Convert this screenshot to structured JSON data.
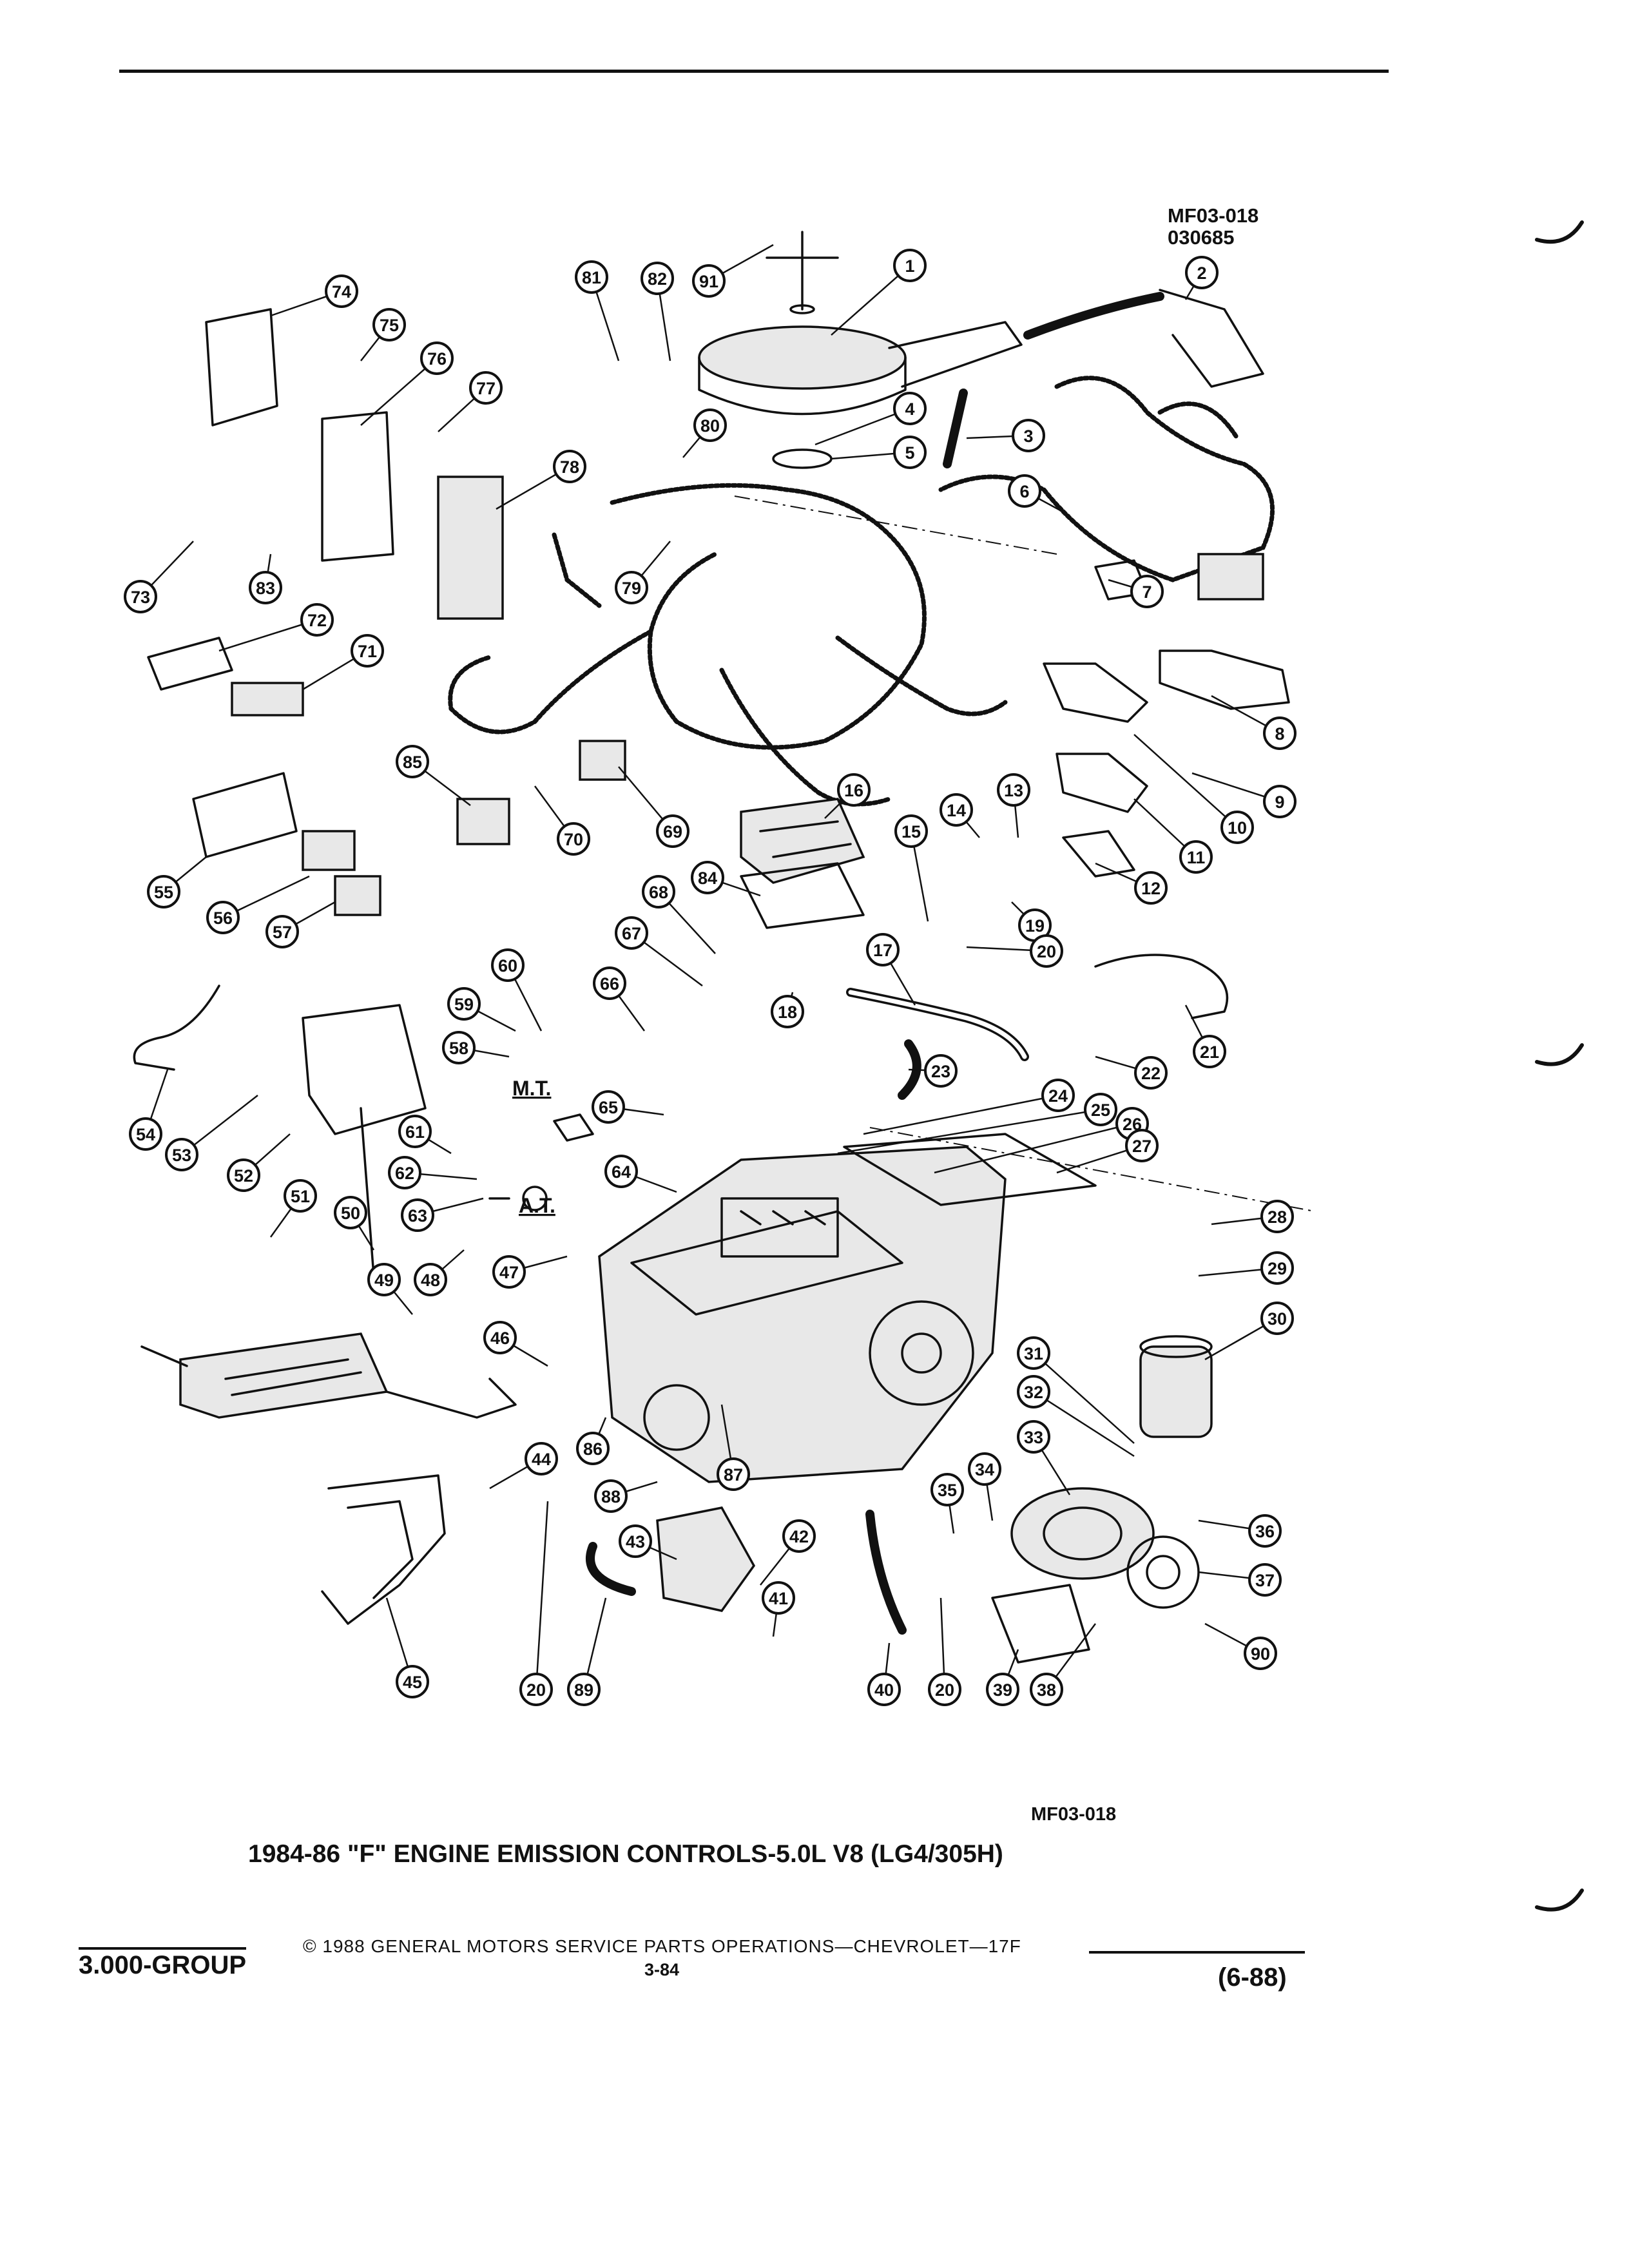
{
  "header": {
    "drawing_id": "MF03-018",
    "drawing_date": "030685"
  },
  "diagram": {
    "labels": {
      "manual_trans": "M.T.",
      "auto_trans": "A.T."
    },
    "callouts": [
      "1",
      "2",
      "3",
      "4",
      "5",
      "6",
      "7",
      "8",
      "9",
      "10",
      "11",
      "12",
      "13",
      "14",
      "15",
      "16",
      "17",
      "18",
      "19",
      "20",
      "21",
      "22",
      "23",
      "24",
      "25",
      "26",
      "27",
      "28",
      "29",
      "30",
      "31",
      "32",
      "33",
      "34",
      "35",
      "36",
      "37",
      "38",
      "39",
      "40",
      "41",
      "42",
      "43",
      "44",
      "45",
      "46",
      "47",
      "48",
      "49",
      "50",
      "51",
      "52",
      "53",
      "54",
      "55",
      "56",
      "57",
      "58",
      "59",
      "60",
      "61",
      "62",
      "63",
      "64",
      "65",
      "66",
      "67",
      "68",
      "69",
      "70",
      "71",
      "72",
      "73",
      "74",
      "75",
      "76",
      "77",
      "78",
      "79",
      "80",
      "81",
      "82",
      "83",
      "84",
      "85",
      "86",
      "87",
      "88",
      "89",
      "90",
      "91"
    ]
  },
  "caption": {
    "code": "MF03-018",
    "title": "1984-86 \"F\" ENGINE EMISSION CONTROLS-5.0L V8 (LG4/305H)"
  },
  "footer": {
    "group": "3.000-GROUP",
    "copyright": "© 1988 GENERAL MOTORS SERVICE PARTS OPERATIONS—CHEVROLET—17F",
    "page": "3-84",
    "revision": "(6-88)"
  }
}
